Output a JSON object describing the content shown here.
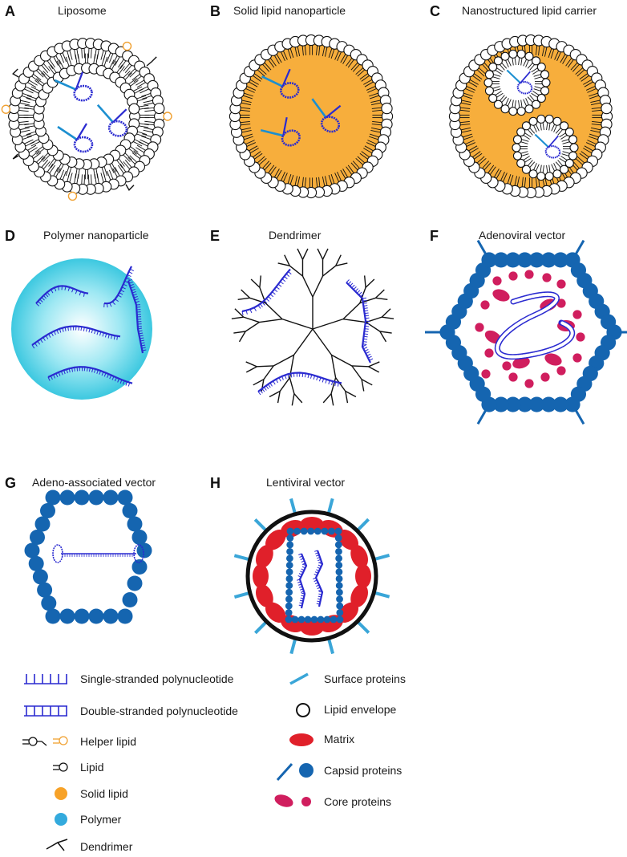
{
  "panels": [
    {
      "letter": "A",
      "title": "Liposome"
    },
    {
      "letter": "B",
      "title": "Solid lipid nanoparticle"
    },
    {
      "letter": "C",
      "title": "Nanostructured lipid carrier"
    },
    {
      "letter": "D",
      "title": "Polymer nanoparticle"
    },
    {
      "letter": "E",
      "title": "Dendrimer"
    },
    {
      "letter": "F",
      "title": "Adenoviral vector"
    },
    {
      "letter": "G",
      "title": "Adeno-associated vector"
    },
    {
      "letter": "H",
      "title": "Lentiviral vector"
    }
  ],
  "legend": {
    "left": [
      {
        "label": "Single-stranded polynucleotide",
        "icon": "single-strand-icon"
      },
      {
        "label": "Double-stranded polynucleotide",
        "icon": "double-strand-icon"
      },
      {
        "label": "Helper lipid",
        "icon": "helper-lipid-icon"
      },
      {
        "label": "Lipid",
        "icon": "lipid-icon"
      },
      {
        "label": "Solid lipid",
        "icon": "solid-lipid-icon"
      },
      {
        "label": "Polymer",
        "icon": "polymer-icon"
      },
      {
        "label": "Dendrimer",
        "icon": "dendrimer-icon"
      }
    ],
    "right": [
      {
        "label": "Surface proteins",
        "icon": "surface-protein-icon"
      },
      {
        "label": "Lipid envelope",
        "icon": "lipid-envelope-icon"
      },
      {
        "label": "Matrix",
        "icon": "matrix-icon"
      },
      {
        "label": "Capsid proteins",
        "icon": "capsid-protein-icon"
      },
      {
        "label": "Core proteins",
        "icon": "core-protein-icon"
      }
    ]
  },
  "colors": {
    "nucleotide": "#2a2ad0",
    "nucleotide_light": "#1c8fd0",
    "helper_lipid": "#f0a030",
    "solid_lipid": "#f7ae3c",
    "polymer": "#3cc8e0",
    "capsid": "#1565b0",
    "surface": "#3aa6d8",
    "matrix": "#e0202a",
    "core": "#d01e5e"
  }
}
